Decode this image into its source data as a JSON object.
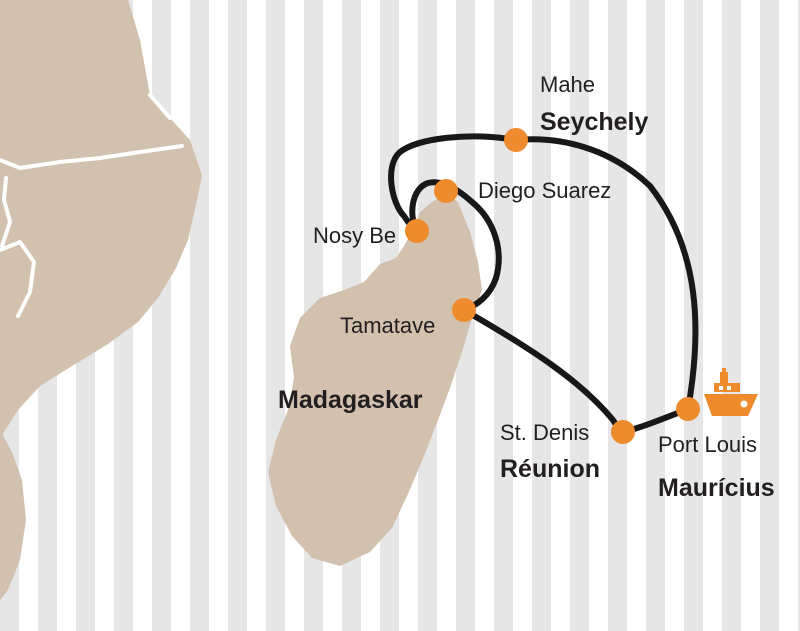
{
  "colors": {
    "sea_stripe": "#e6e6e7",
    "background": "#ffffff",
    "land": "#d2c1ae",
    "border": "#ffffff",
    "route": "#1a1718",
    "port": "#ed8b2d",
    "ship_icon": "#ed8b2d"
  },
  "icons": {
    "ship": "cruise-ship-icon"
  },
  "regions": {
    "madagaskar": "Madagaskar",
    "seychely": "Seychely",
    "reunion": "Réunion",
    "mauricius": "Maurícius"
  },
  "ports": {
    "mahe": "Mahe",
    "diego_suarez": "Diego Suarez",
    "nosy_be": "Nosy Be",
    "tamatave": "Tamatave",
    "st_denis": "St. Denis",
    "port_louis": "Port Louis"
  },
  "route_order": [
    "Port Louis",
    "Mahe",
    "Nosy Be",
    "Diego Suarez",
    "Tamatave",
    "St. Denis",
    "Port Louis"
  ]
}
